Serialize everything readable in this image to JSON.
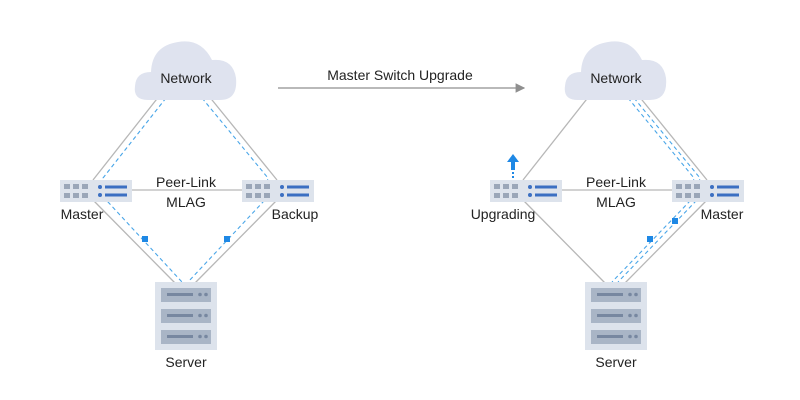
{
  "transition": {
    "label": "Master Switch Upgrade"
  },
  "before": {
    "cloud_label": "Network",
    "left_switch_label": "Master",
    "right_switch_label": "Backup",
    "peer_link_label": "Peer-Link",
    "mlag_label": "MLAG",
    "server_label": "Server"
  },
  "after": {
    "cloud_label": "Network",
    "left_switch_label": "Upgrading",
    "right_switch_label": "Master",
    "peer_link_label": "Peer-Link",
    "mlag_label": "MLAG",
    "server_label": "Server"
  },
  "colors": {
    "cloud": "#dfe3ef",
    "device": "#dde3ec",
    "port": "#9aa6b8",
    "indicator": "#3b6fc2",
    "traffic": "#4aa6e8",
    "upgrade_arrow": "#1e88e5"
  }
}
